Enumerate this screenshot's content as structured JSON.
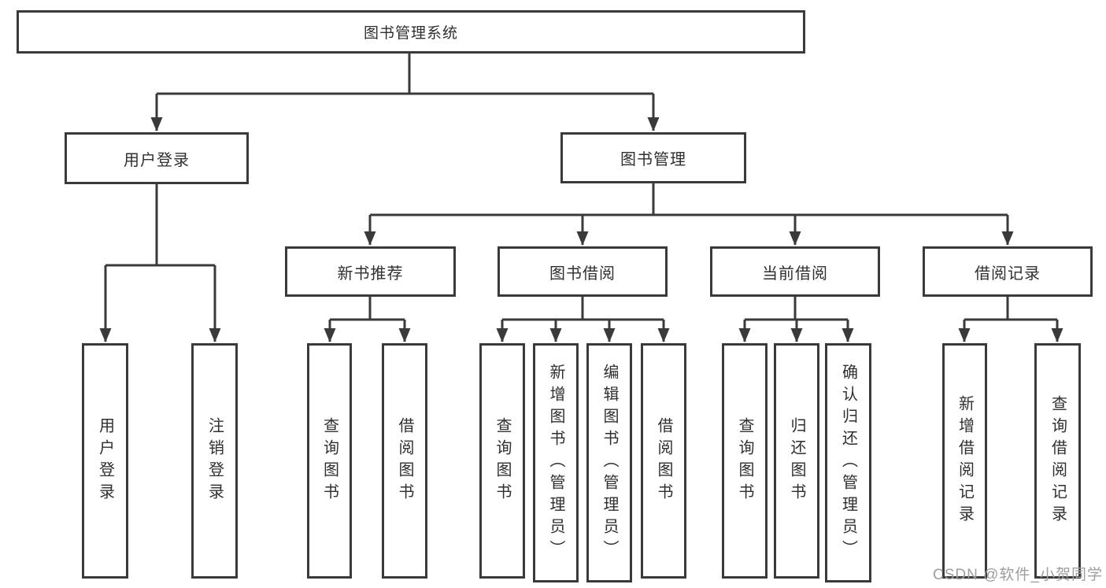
{
  "page": {
    "background": "#ffffff",
    "line_color": "#3a3a3a",
    "box_border_color": "#3a3a3a",
    "text_color": "#2f2f2f",
    "watermark": {
      "text": "CSDN @软件_小贺同学",
      "color": "#9e9e9e"
    }
  },
  "tree": {
    "root": {
      "label": "图书管理系统"
    },
    "level1": [
      {
        "id": "user-login-group",
        "label": "用户登录"
      },
      {
        "id": "book-management",
        "label": "图书管理"
      }
    ],
    "level2": [
      {
        "id": "new-book-recommend",
        "label": "新书推荐",
        "parent": "book-management"
      },
      {
        "id": "book-borrowing",
        "label": "图书借阅",
        "parent": "book-management"
      },
      {
        "id": "current-borrowing",
        "label": "当前借阅",
        "parent": "book-management"
      },
      {
        "id": "borrowing-records",
        "label": "借阅记录",
        "parent": "book-management"
      }
    ],
    "leaves": [
      {
        "id": "user-login",
        "label": "用户登录",
        "parent": "user-login-group"
      },
      {
        "id": "logout",
        "label": "注销登录",
        "parent": "user-login-group"
      },
      {
        "id": "query-book-recommend",
        "label": "查询图书",
        "parent": "new-book-recommend"
      },
      {
        "id": "borrow-book-recommend",
        "label": "借阅图书",
        "parent": "new-book-recommend"
      },
      {
        "id": "query-book-borrowing",
        "label": "查询图书",
        "parent": "book-borrowing"
      },
      {
        "id": "add-book-admin",
        "label": "新增图书（管理员）",
        "parent": "book-borrowing"
      },
      {
        "id": "edit-book-admin",
        "label": "编辑图书（管理员）",
        "parent": "book-borrowing"
      },
      {
        "id": "borrow-book-borrowing",
        "label": "借阅图书",
        "parent": "book-borrowing"
      },
      {
        "id": "query-book-current",
        "label": "查询图书",
        "parent": "current-borrowing"
      },
      {
        "id": "return-book",
        "label": "归还图书",
        "parent": "current-borrowing"
      },
      {
        "id": "confirm-return-admin",
        "label": "确认归还（管理员）",
        "parent": "current-borrowing"
      },
      {
        "id": "add-borrow-record",
        "label": "新增借阅记录",
        "parent": "borrowing-records"
      },
      {
        "id": "query-borrow-record",
        "label": "查询借阅记录",
        "parent": "borrowing-records"
      }
    ]
  }
}
